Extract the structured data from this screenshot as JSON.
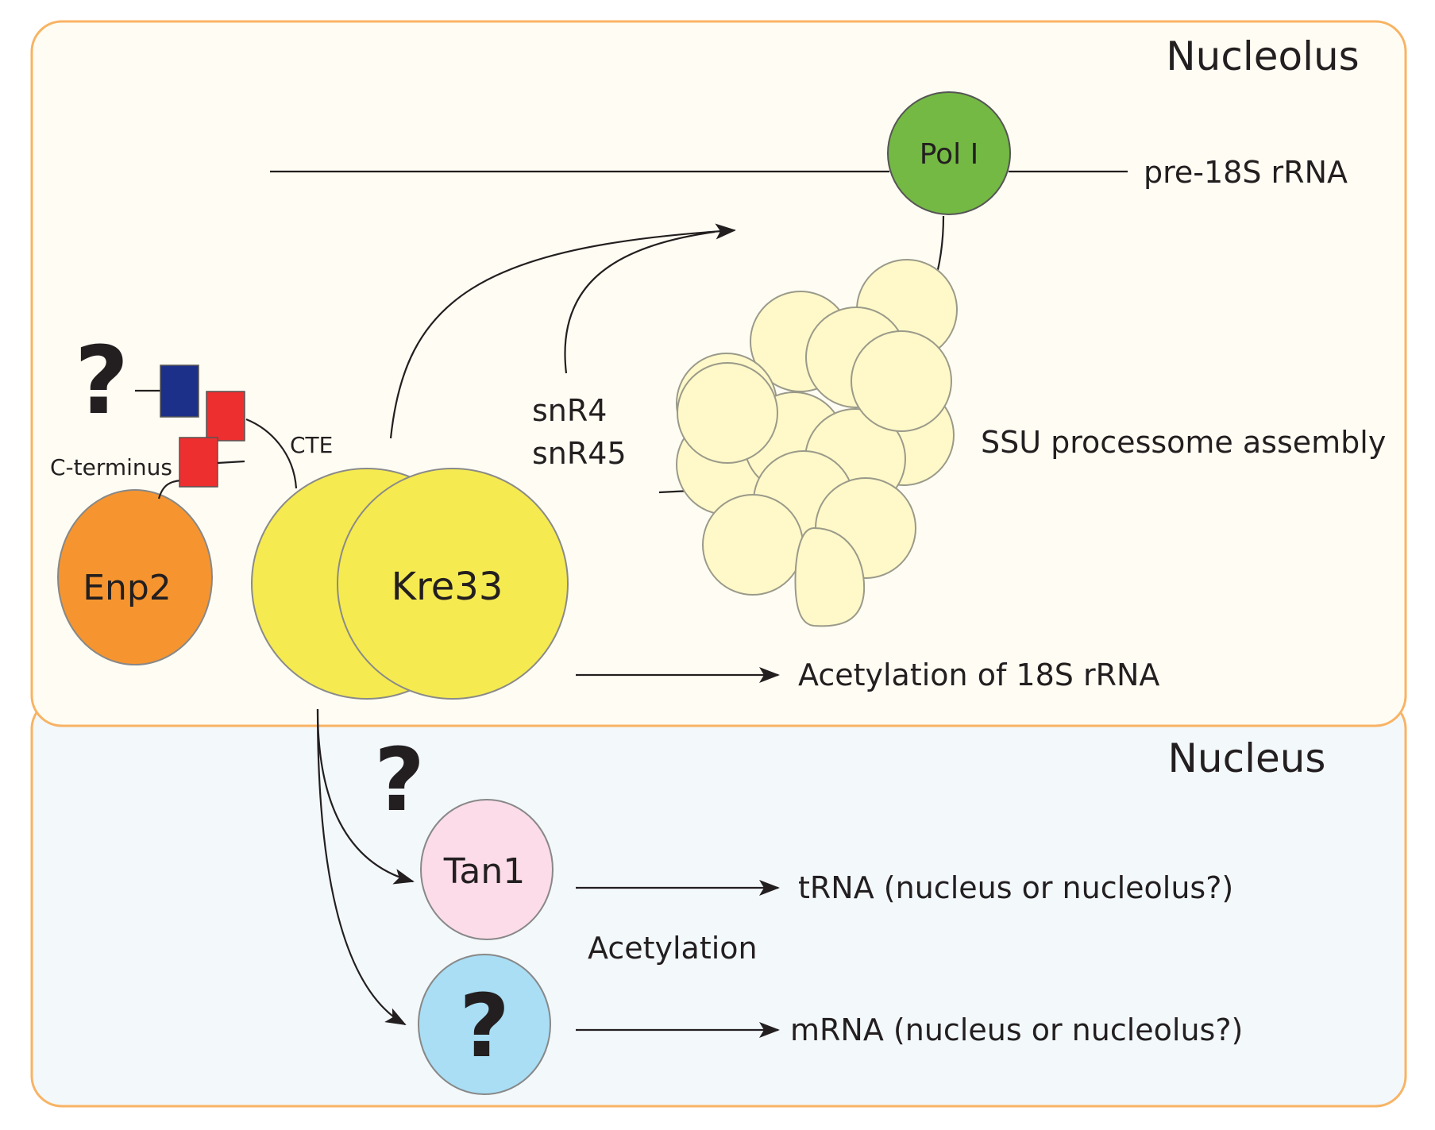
{
  "colors": {
    "region_border": "#f8b364",
    "nucleolus_fill": "#fffdf3",
    "nucleus_fill": "#f3f8fb",
    "pol1": "#74b944",
    "kre33": "#f5ea4f",
    "enp2": "#f6952f",
    "tan1": "#fcdce9",
    "unknown_protein": "#a9def5",
    "ssu_subunit": "#fff8c8",
    "domain_blue": "#1d3089",
    "domain_red": "#ed2f2f"
  },
  "regions": {
    "nucleolus": "Nucleolus",
    "nucleus": "Nucleus"
  },
  "nodes": {
    "pol1": "Pol I",
    "kre33": "Kre33",
    "enp2": "Enp2",
    "tan1": "Tan1",
    "unknown_protein": "?"
  },
  "labels": {
    "pre18s": "pre-18S rRNA",
    "ssu": "SSU processome assembly",
    "snr4": "snR4",
    "snr45": "snR45",
    "cte": "CTE",
    "c_terminus": "C-terminus",
    "acetylation_18s": "Acetylation of 18S rRNA",
    "trna": "tRNA (nucleus or nucleolus?)",
    "mrna": "mRNA (nucleus or nucleolus?)",
    "acetylation": "Acetylation"
  },
  "question_marks": {
    "top_left": "?",
    "nucleus": "?"
  }
}
